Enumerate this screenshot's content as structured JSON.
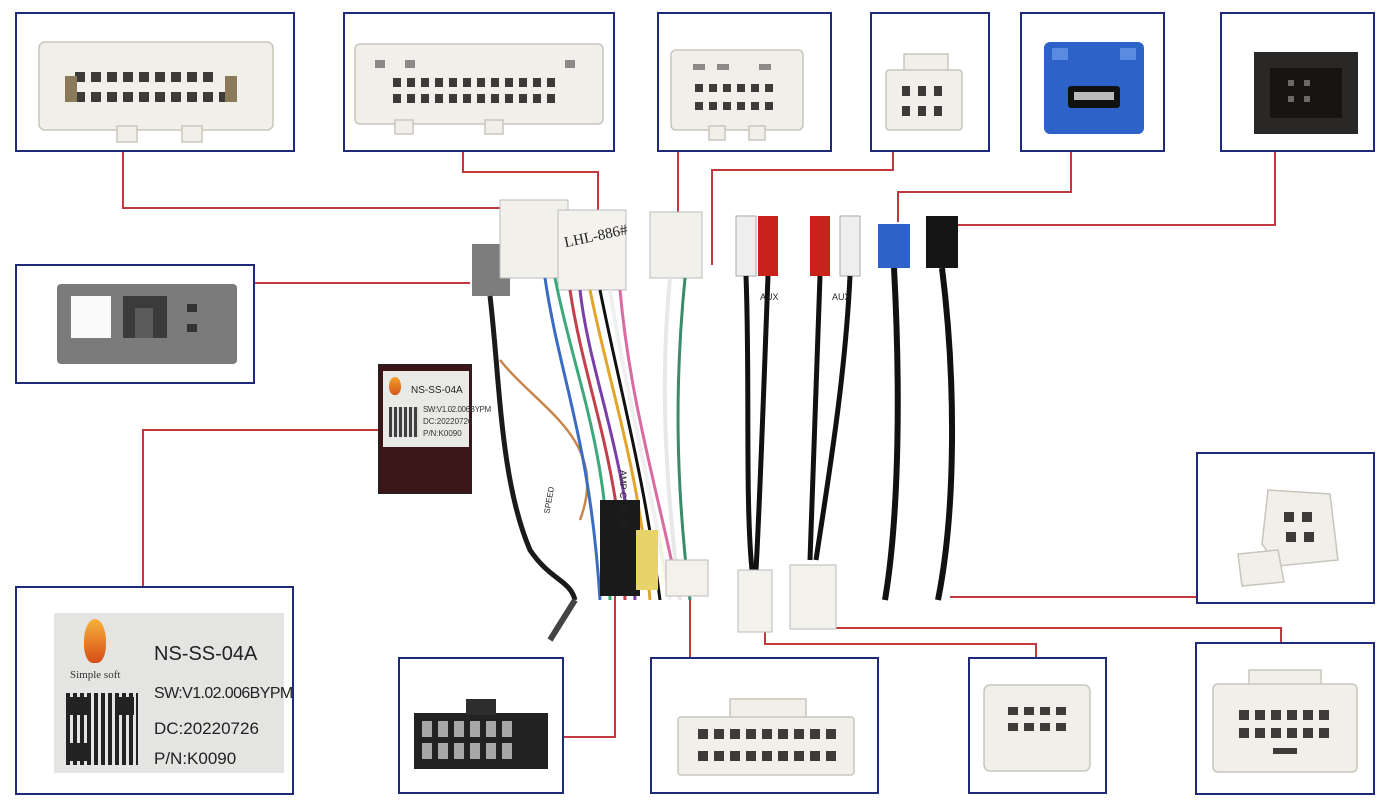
{
  "module": {
    "brand": "Simple soft",
    "model": "NS-SS-04A",
    "software": "SW:V1.02.006BYPM",
    "date_code": "DC:20220726",
    "part_number": "P/N:K0090"
  },
  "harness_tags": {
    "main_tag": "LHL-886#",
    "aux_tag": "AUX",
    "aux_tag_2": "AUX",
    "amp_tag": "AMP CTRL IN",
    "speed_tag": "SPEED"
  },
  "colors": {
    "frame": "#1f2a78",
    "leader_line": "#c0393e",
    "usb_blue": "#2d63c8",
    "rca_red": "#c8221b",
    "rca_white": "#eeeeee",
    "rca_yellow": "#d9b400"
  }
}
